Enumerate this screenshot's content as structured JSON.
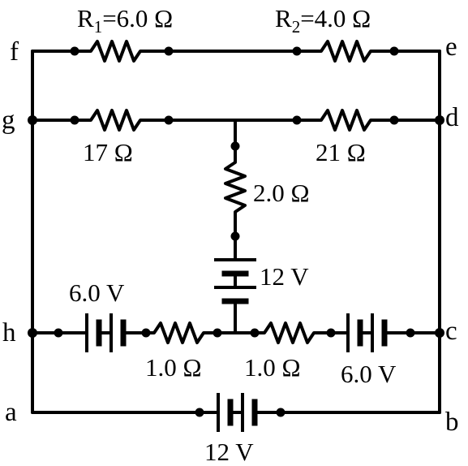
{
  "nodes": {
    "a": "a",
    "b": "b",
    "c": "c",
    "d": "d",
    "e": "e",
    "f": "f",
    "g": "g",
    "h": "h"
  },
  "resistors": {
    "r1": {
      "name": "R",
      "sub": "1",
      "value": "=6.0 Ω"
    },
    "r2": {
      "name": "R",
      "sub": "2",
      "value": "=4.0 Ω"
    },
    "r17": "17 Ω",
    "r21": "21 Ω",
    "r2_0": "2.0 Ω",
    "r1_left": "1.0 Ω",
    "r1_right": "1.0 Ω"
  },
  "batteries": {
    "middle": "12 V",
    "left": "6.0 V",
    "right": "6.0 V",
    "bottom": "12 V"
  }
}
